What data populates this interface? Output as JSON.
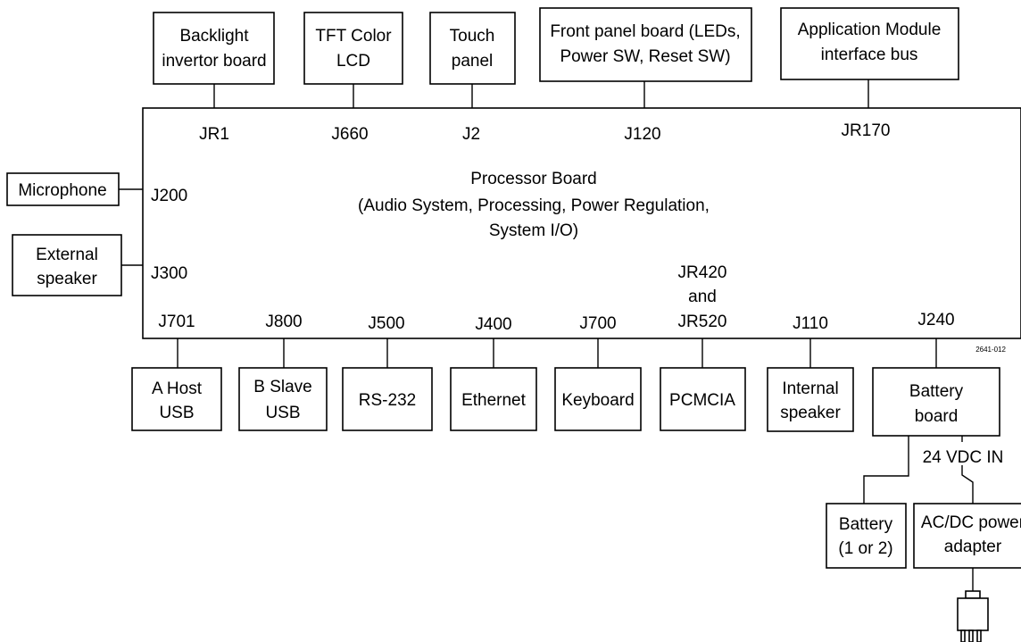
{
  "diagram": {
    "processor": {
      "title": "Processor Board",
      "subtitle_1": "(Audio System, Processing, Power Regulation,",
      "subtitle_2": "System I/O)"
    },
    "top": {
      "backlight": {
        "line1": "Backlight",
        "line2": "invertor board",
        "conn": "JR1"
      },
      "lcd": {
        "line1": "TFT Color",
        "line2": "LCD",
        "conn": "J660"
      },
      "touch": {
        "line1": "Touch",
        "line2": "panel",
        "conn": "J2"
      },
      "front_panel": {
        "line1": "Front panel board (LEDs,",
        "line2": "Power SW, Reset SW)",
        "conn": "J120"
      },
      "app_module": {
        "line1": "Application Module",
        "line2": "interface bus",
        "conn": "JR170"
      }
    },
    "left": {
      "microphone": {
        "label": "Microphone",
        "conn": "J200"
      },
      "ext_speaker": {
        "line1": "External",
        "line2": "speaker",
        "conn": "J300"
      }
    },
    "bottom": {
      "host_usb": {
        "line1": "A Host",
        "line2": "USB",
        "conn": "J701"
      },
      "slave_usb": {
        "line1": "B Slave",
        "line2": "USB",
        "conn": "J800"
      },
      "rs232": {
        "label": "RS-232",
        "conn": "J500"
      },
      "ethernet": {
        "label": "Ethernet",
        "conn": "J400"
      },
      "keyboard": {
        "label": "Keyboard",
        "conn": "J700"
      },
      "pcmcia": {
        "label": "PCMCIA",
        "conn_1": "JR420",
        "conn_2": "and",
        "conn_3": "JR520"
      },
      "int_speaker": {
        "line1": "Internal",
        "line2": "speaker",
        "conn": "J110"
      },
      "battery_board": {
        "line1": "Battery",
        "line2": "board",
        "conn": "J240"
      }
    },
    "power": {
      "vdc_in": "24 VDC IN",
      "battery": {
        "line1": "Battery",
        "line2": "(1 or 2)"
      },
      "adapter": {
        "line1": "AC/DC power",
        "line2": "adapter"
      }
    },
    "figure_number": "2641-012"
  }
}
